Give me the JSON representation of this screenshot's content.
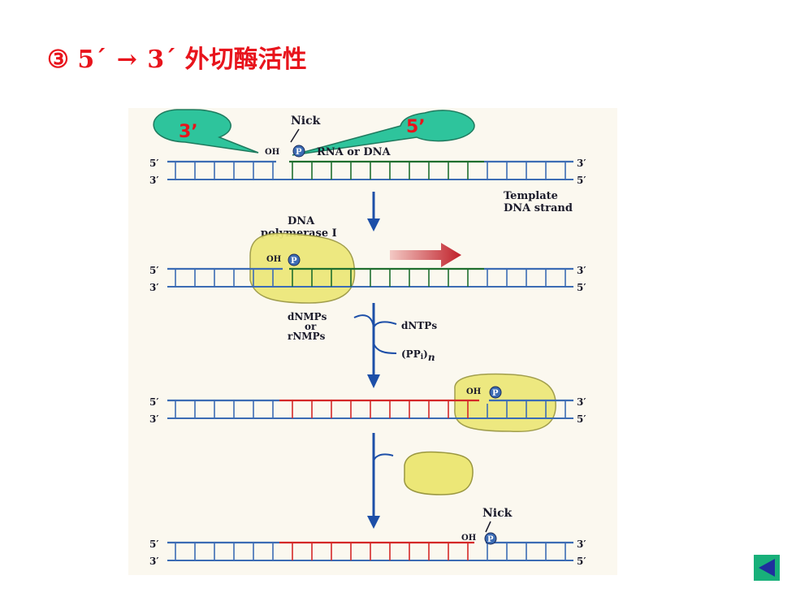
{
  "title": {
    "circled_num": "③",
    "from_end": "5",
    "prime1": "´",
    "arrow": "→",
    "to_end": "3",
    "prime2": "´",
    "activity": "外切酶活性"
  },
  "callouts": {
    "left": "3’",
    "right": "5’"
  },
  "labels": {
    "nick_top": "Nick",
    "oh": "OH",
    "phosphate": "P",
    "rna_or_dna": "RNA or DNA",
    "template_line1": "Template",
    "template_line2": "DNA strand",
    "enzyme_line1": "DNA",
    "enzyme_line2": "polymerase I",
    "released_line1": "dNMPs",
    "released_line2": "or",
    "released_line3": "rNMPs",
    "incoming": "dNTPs",
    "pp_main": "(PP",
    "pp_sub": "i",
    "pp_close": ")",
    "pp_n": "n",
    "nick_bottom": "Nick",
    "end5": "5′",
    "end3": "3′"
  },
  "colors": {
    "title": "#e8141c",
    "dna_strand": "#3c6cb4",
    "rna_segment": "#1f6e2e",
    "new_dna": "#d42828",
    "enzyme_fill": "#ece777",
    "enzyme_stroke": "#9a9740",
    "callout_fill": "#2ec49c",
    "arrow_blue": "#1d4fa8",
    "movement_arrow": "#c0202a"
  },
  "icons": {
    "nav": "back-triangle-icon"
  }
}
